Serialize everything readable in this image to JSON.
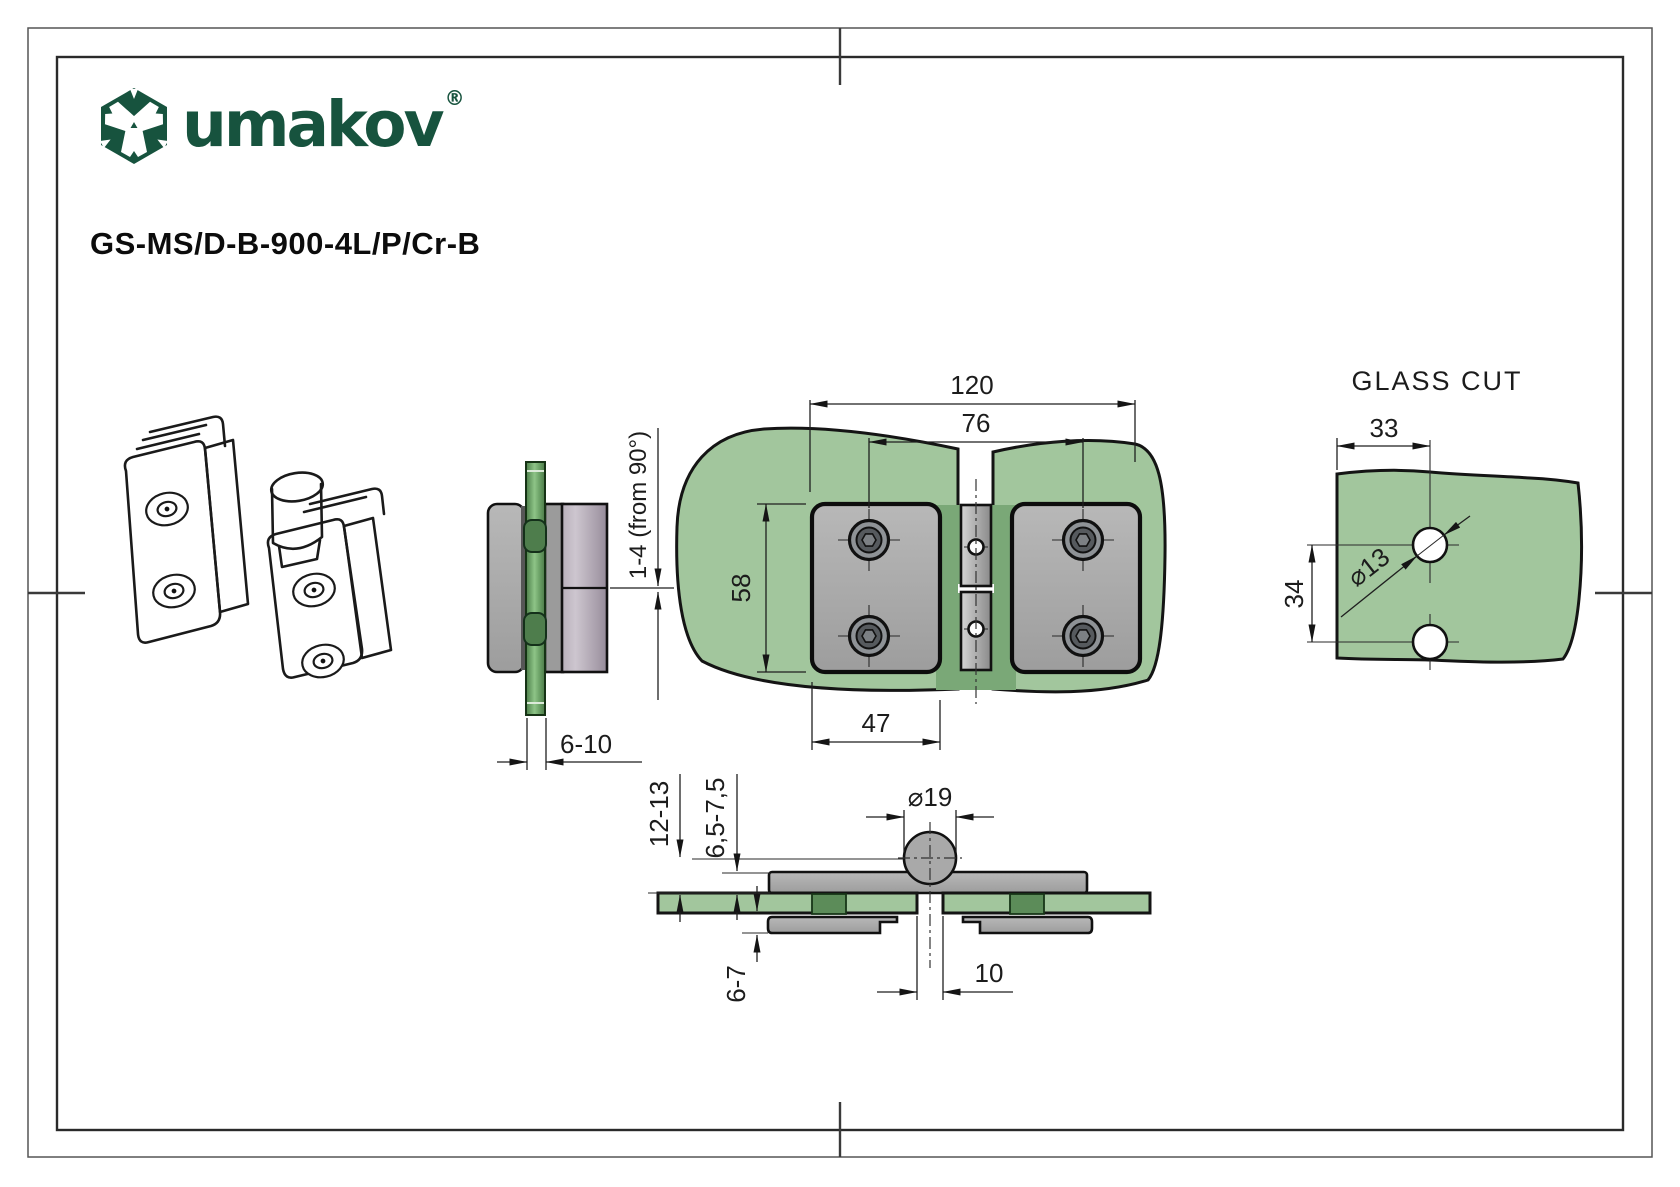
{
  "logo": {
    "brand": "umakov",
    "registered": "®"
  },
  "header": {
    "product_code": "GS-MS/D-B-900-4L/P/Cr-B"
  },
  "colors": {
    "logo_green": "#17533e",
    "glass_green": "#a2c69d",
    "glass_dark_green": "#7aa877",
    "metal_gray": "#a9a9a9",
    "pin_gray": "#b3aab5"
  },
  "views": {
    "side": {
      "opening_angle": "1-4 (from 90°)",
      "glass_thickness": "6-10"
    },
    "front": {
      "overall_width": "120",
      "hole_spacing": "76",
      "height": "58",
      "plate_width": "47"
    },
    "glass_cut": {
      "title": "GLASS CUT",
      "hole_edge_distance": "33",
      "hole_spacing_vertical": "34",
      "hole_diameter": "⌀13"
    },
    "section": {
      "knuckle_diameter": "⌀19",
      "height_total": "12-13",
      "plate_above_glass": "6,5-7,5",
      "plate_below_glass": "6-7",
      "glass_gap": "10"
    }
  }
}
